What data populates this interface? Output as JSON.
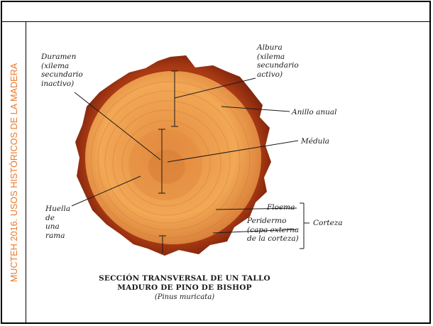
{
  "side_label": "MUCTEH 2016. USOS HISTÓRICOS DE LA MADERA",
  "labels": {
    "duramen": "Duramen\n(xilema\nsecundario\ninactivo)",
    "albura": "Albura\n(xilema\nsecundario\nactivo)",
    "anillo": "Anillo anual",
    "medula": "Médula",
    "huella": "Huella\nde\nuna\nrama",
    "floema": "Floema",
    "peridermo": "Peridermo\n(capa externa\nde la corteza)",
    "corteza": "Corteza"
  },
  "caption": {
    "line1": "SECCIÓN TRANSVERSAL DE UN TALLO",
    "line2": "MADURO DE PINO DE BISHOP",
    "scientific": "(Pinus muricata)"
  },
  "colors": {
    "side_label": "#e8782a",
    "bark": "#8e2a0e",
    "sapwood": "#f0a24e",
    "heartwood": "#e89044",
    "pith": "#d9823a"
  }
}
